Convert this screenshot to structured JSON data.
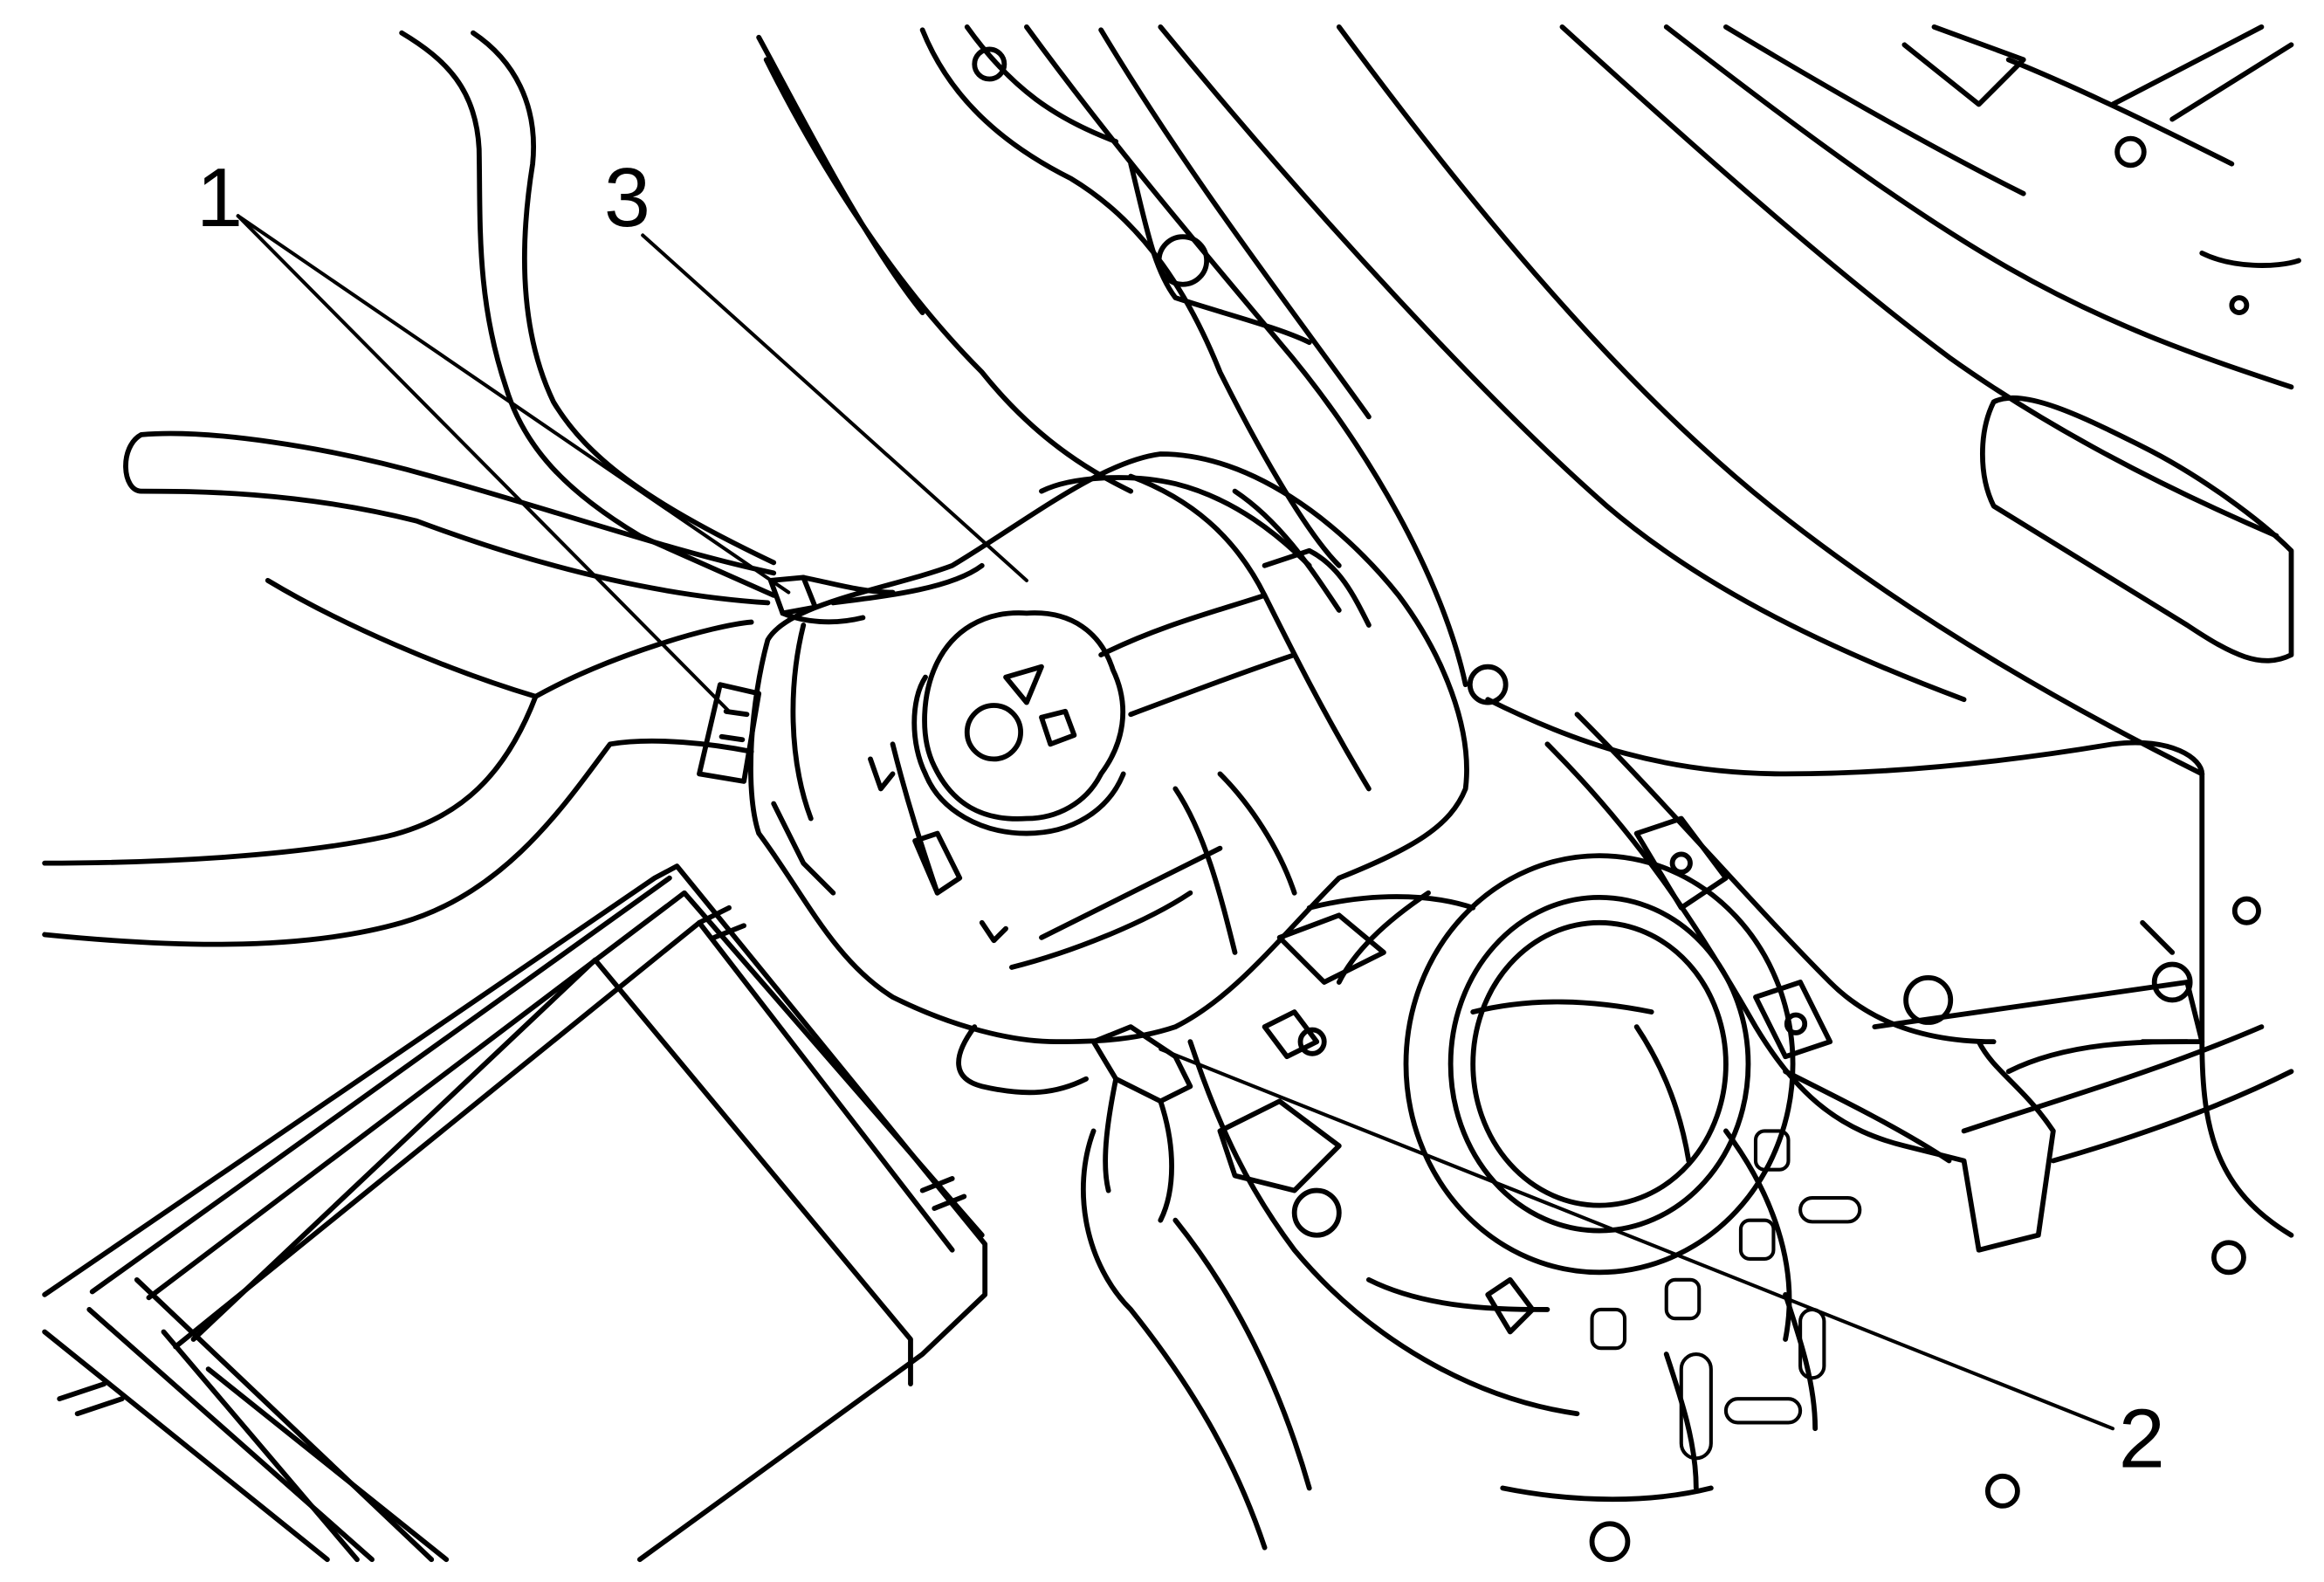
{
  "callouts": [
    {
      "id": "1",
      "label": "1"
    },
    {
      "id": "2",
      "label": "2"
    },
    {
      "id": "3",
      "label": "3"
    }
  ],
  "colors": {
    "line": "#000000",
    "background": "#ffffff"
  },
  "icons": [
    "coolant-reservoir",
    "filler-cap",
    "hose-clamp",
    "electrical-connector",
    "bolt-head"
  ]
}
